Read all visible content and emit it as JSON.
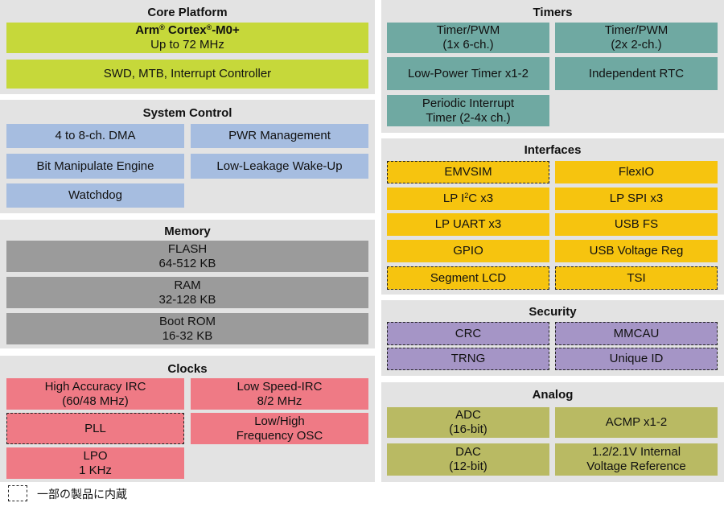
{
  "core": {
    "title": "Core Platform",
    "arm_prefix": "Arm",
    "arm_mid": "Cortex",
    "arm_suffix": "-M0+",
    "reg": "®",
    "arm_line2": "Up to 72 MHz",
    "debug": "SWD, MTB, Interrupt Controller"
  },
  "system": {
    "title": "System Control",
    "dma": "4 to 8-ch. DMA",
    "pwr": "PWR Management",
    "bme": "Bit Manipulate Engine",
    "llwu": "Low-Leakage Wake-Up",
    "wdog": "Watchdog"
  },
  "memory": {
    "title": "Memory",
    "flash": [
      "FLASH",
      "64-512 KB"
    ],
    "ram": [
      "RAM",
      "32-128 KB"
    ],
    "boot": [
      "Boot ROM",
      "16-32 KB"
    ]
  },
  "clocks": {
    "title": "Clocks",
    "hirc": [
      "High Accuracy IRC",
      "(60/48 MHz)"
    ],
    "lirc": [
      "Low Speed-IRC",
      "8/2 MHz"
    ],
    "pll": "PLL",
    "osc": [
      "Low/High",
      "Frequency OSC"
    ],
    "lpo": [
      "LPO",
      "1 KHz"
    ]
  },
  "timers": {
    "title": "Timers",
    "tpm1": [
      "Timer/PWM",
      "(1x 6-ch.)"
    ],
    "tpm2": [
      "Timer/PWM",
      "(2x 2-ch.)"
    ],
    "lptmr": "Low-Power Timer x1-2",
    "rtc": "Independent RTC",
    "pit": [
      "Periodic Interrupt",
      "Timer (2-4x ch.)"
    ]
  },
  "interfaces": {
    "title": "Interfaces",
    "emvsim": "EMVSIM",
    "flexio": "FlexIO",
    "i2c_pre": "LP I",
    "i2c_sup": "2",
    "i2c_post": "C x3",
    "spi": "LP SPI x3",
    "uart": "LP UART x3",
    "usb": "USB FS",
    "gpio": "GPIO",
    "usbreg": "USB Voltage Reg",
    "slcd": "Segment LCD",
    "tsi": "TSI"
  },
  "security": {
    "title": "Security",
    "crc": "CRC",
    "mmcau": "MMCAU",
    "trng": "TRNG",
    "uid": "Unique ID"
  },
  "analog": {
    "title": "Analog",
    "adc": [
      "ADC",
      "(16-bit)"
    ],
    "acmp": "ACMP x1-2",
    "dac": [
      "DAC",
      "(12-bit)"
    ],
    "vref": [
      "1.2/2.1V Internal",
      "Voltage Reference"
    ]
  },
  "legend": {
    "text": "一部の製品に内蔵"
  },
  "colors": {
    "core": "#c6d83a",
    "system": "#a6bde0",
    "memory": "#9b9b9b",
    "clocks": "#ef7a85",
    "timers": "#6fa9a2",
    "interfaces": "#f6c40f",
    "security": "#a595c6",
    "analog": "#b9ba63",
    "panel": "#e3e3e3"
  }
}
